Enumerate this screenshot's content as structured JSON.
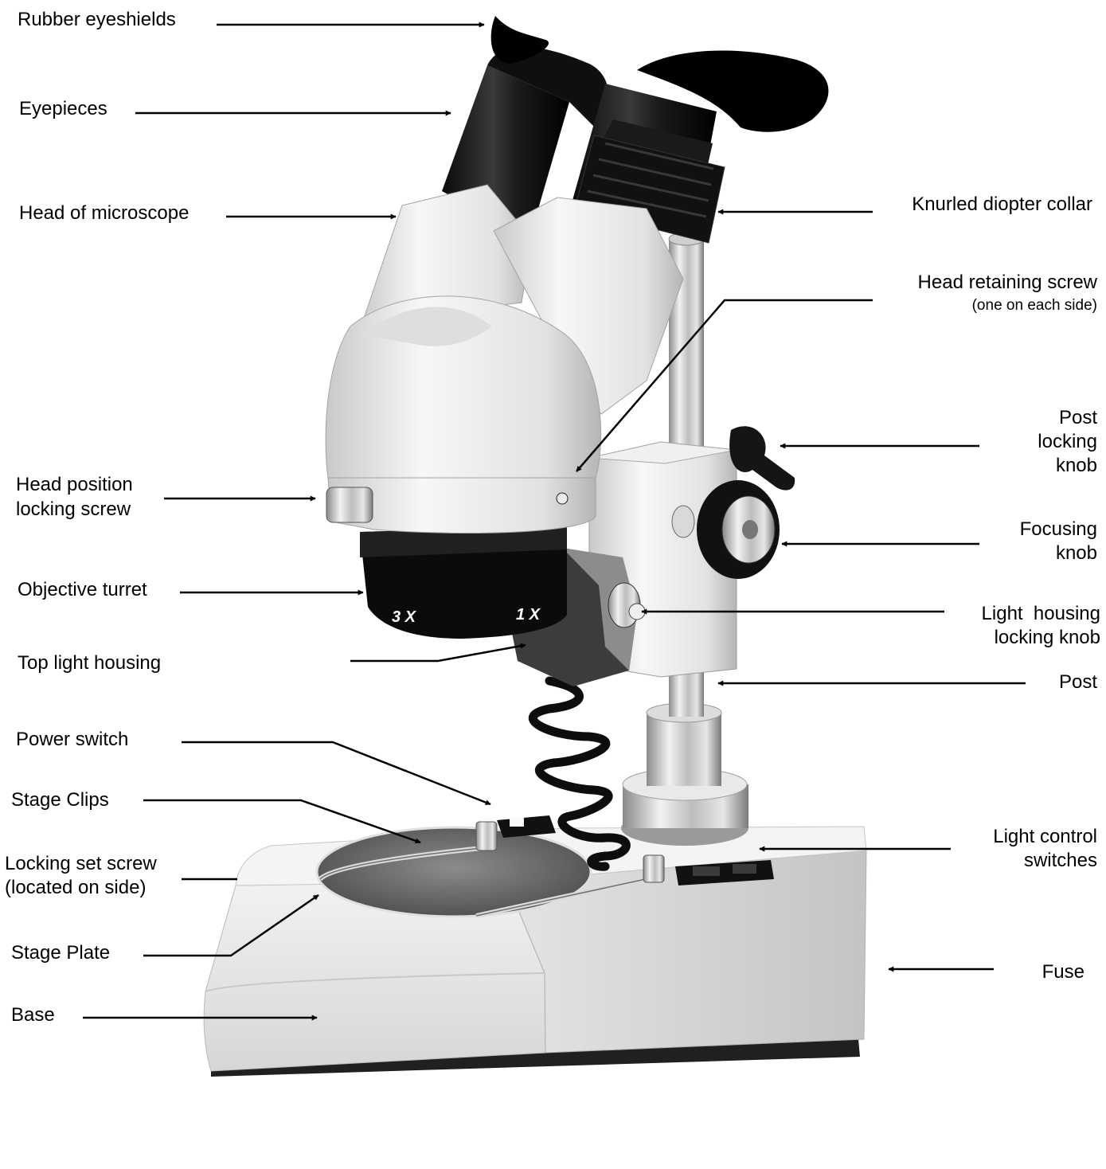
{
  "labels": {
    "rubber_eyeshields": "Rubber eyeshields",
    "eyepieces": "Eyepieces",
    "head_of_microscope": "Head of microscope",
    "knurled_diopter_collar": "Knurled diopter collar",
    "head_retaining_screw": "Head retaining screw",
    "head_retaining_screw_note": "(one on each side)",
    "post_locking_knob": [
      "Post",
      "locking",
      "knob"
    ],
    "head_position_locking_screw": [
      "Head position",
      "locking screw"
    ],
    "focusing_knob": [
      "Focusing",
      "knob"
    ],
    "objective_turret": "Objective turret",
    "light_housing_locking_knob": [
      "Light  housing",
      "locking knob"
    ],
    "top_light_housing": "Top light housing",
    "post": "Post",
    "power_switch": "Power switch",
    "stage_clips": "Stage Clips",
    "light_control_switches": [
      "Light control",
      "switches"
    ],
    "locking_set_screw": [
      "Locking set screw",
      "(located on side)"
    ],
    "stage_plate": "Stage Plate",
    "fuse": "Fuse",
    "base": "Base"
  },
  "turret_markings": [
    "3 X",
    "1 X"
  ]
}
